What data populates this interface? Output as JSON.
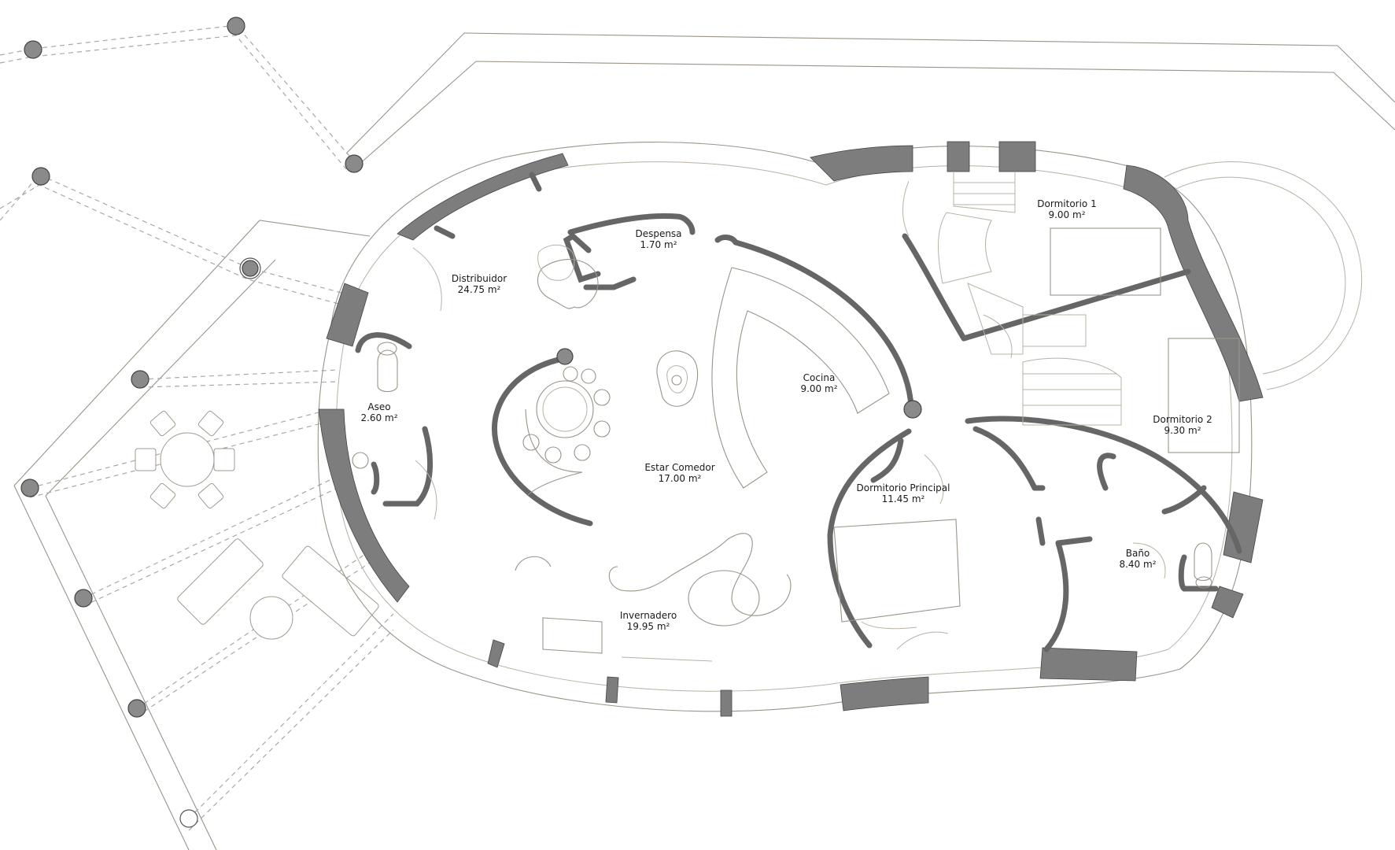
{
  "rooms": {
    "distribuidor": {
      "name": "Distribuidor",
      "area": "24.75 m²"
    },
    "despensa": {
      "name": "Despensa",
      "area": "1.70 m²"
    },
    "aseo": {
      "name": "Aseo",
      "area": "2.60 m²"
    },
    "cocina": {
      "name": "Cocina",
      "area": "9.00 m²"
    },
    "estar": {
      "name": "Estar Comedor",
      "area": "17.00 m²"
    },
    "dormitorio1": {
      "name": "Dormitorio 1",
      "area": "9.00 m²"
    },
    "dormitorio2": {
      "name": "Dormitorio 2",
      "area": "9.30 m²"
    },
    "principal": {
      "name": "Dormitorio Principal",
      "area": "11.45 m²"
    },
    "bano": {
      "name": "Baño",
      "area": "8.40 m²"
    },
    "invernadero": {
      "name": "Invernadero",
      "area": "19.95 m²"
    }
  },
  "colors": {
    "wall": "#7d7d7d",
    "line": "#b8b2a5",
    "background": "#ffffff"
  }
}
